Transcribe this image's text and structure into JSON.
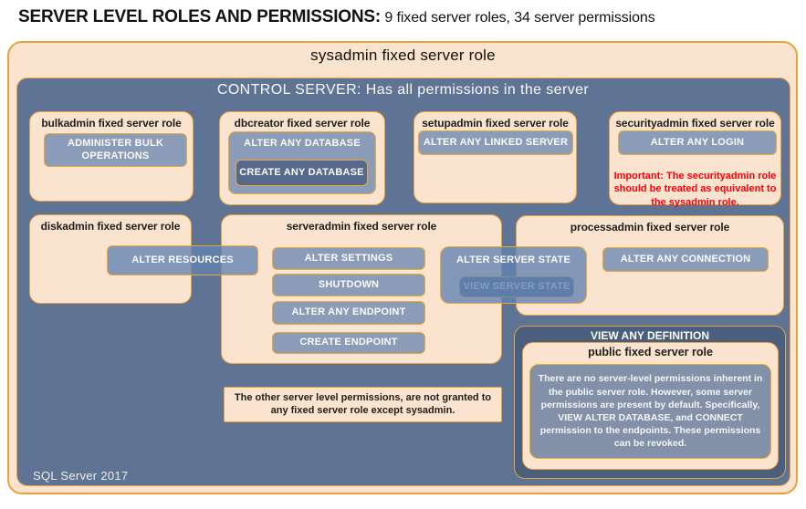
{
  "page": {
    "title_bold": "SERVER LEVEL ROLES AND PERMISSIONS:",
    "title_rest": " 9 fixed server roles, 34 server permissions"
  },
  "sysadmin": {
    "label": "sysadmin fixed server role"
  },
  "control_server": {
    "label": "CONTROL SERVER: Has all permissions in the server",
    "footer": "SQL Server 2017"
  },
  "roles": {
    "bulkadmin": {
      "title": "bulkadmin fixed server role",
      "permissions": [
        "ADMINISTER BULK OPERATIONS"
      ]
    },
    "dbcreator": {
      "title": "dbcreator fixed server role",
      "outer_permission": "ALTER ANY DATABASE",
      "nested_permission": "CREATE ANY DATABASE"
    },
    "setupadmin": {
      "title": "setupadmin fixed server role",
      "permissions": [
        "ALTER ANY LINKED SERVER"
      ]
    },
    "securityadmin": {
      "title": "securityadmin fixed server role",
      "permissions": [
        "ALTER ANY LOGIN"
      ],
      "warning": "Important: The securityadmin role should be treated as equivalent to the sysadmin role."
    },
    "diskadmin": {
      "title": "diskadmin fixed server role",
      "permissions": [
        "ALTER RESOURCES"
      ]
    },
    "serveradmin": {
      "title": "serveradmin fixed server role",
      "permissions": [
        "ALTER SETTINGS",
        "SHUTDOWN",
        "ALTER ANY ENDPOINT",
        "CREATE ENDPOINT"
      ],
      "shared_outer_permission": "ALTER SERVER STATE",
      "shared_nested_permission": "VIEW SERVER STATE"
    },
    "processadmin": {
      "title": "processadmin fixed server role",
      "permissions": [
        "ALTER ANY CONNECTION"
      ]
    },
    "public": {
      "banner": "VIEW ANY DEFINITION",
      "title": "public fixed server role",
      "note": "There are no server-level permissions inherent in the public server role. However, some server permissions are present by default. Specifically, VIEW ALTER DATABASE, and CONNECT permission to the endpoints. These permissions can be revoked."
    }
  },
  "notes": {
    "other_permissions": "The other server level permissions, are not granted to any fixed server role except sysadmin."
  },
  "colors": {
    "peach": "#FAE4CF",
    "slate": "#5F7494",
    "dark_slate": "#4A5F7D",
    "orange_border": "#E8A33C",
    "pill_blue": "#8B9CB9",
    "nested_pill_blue": "#56688C",
    "warning_red": "#FB0006"
  }
}
